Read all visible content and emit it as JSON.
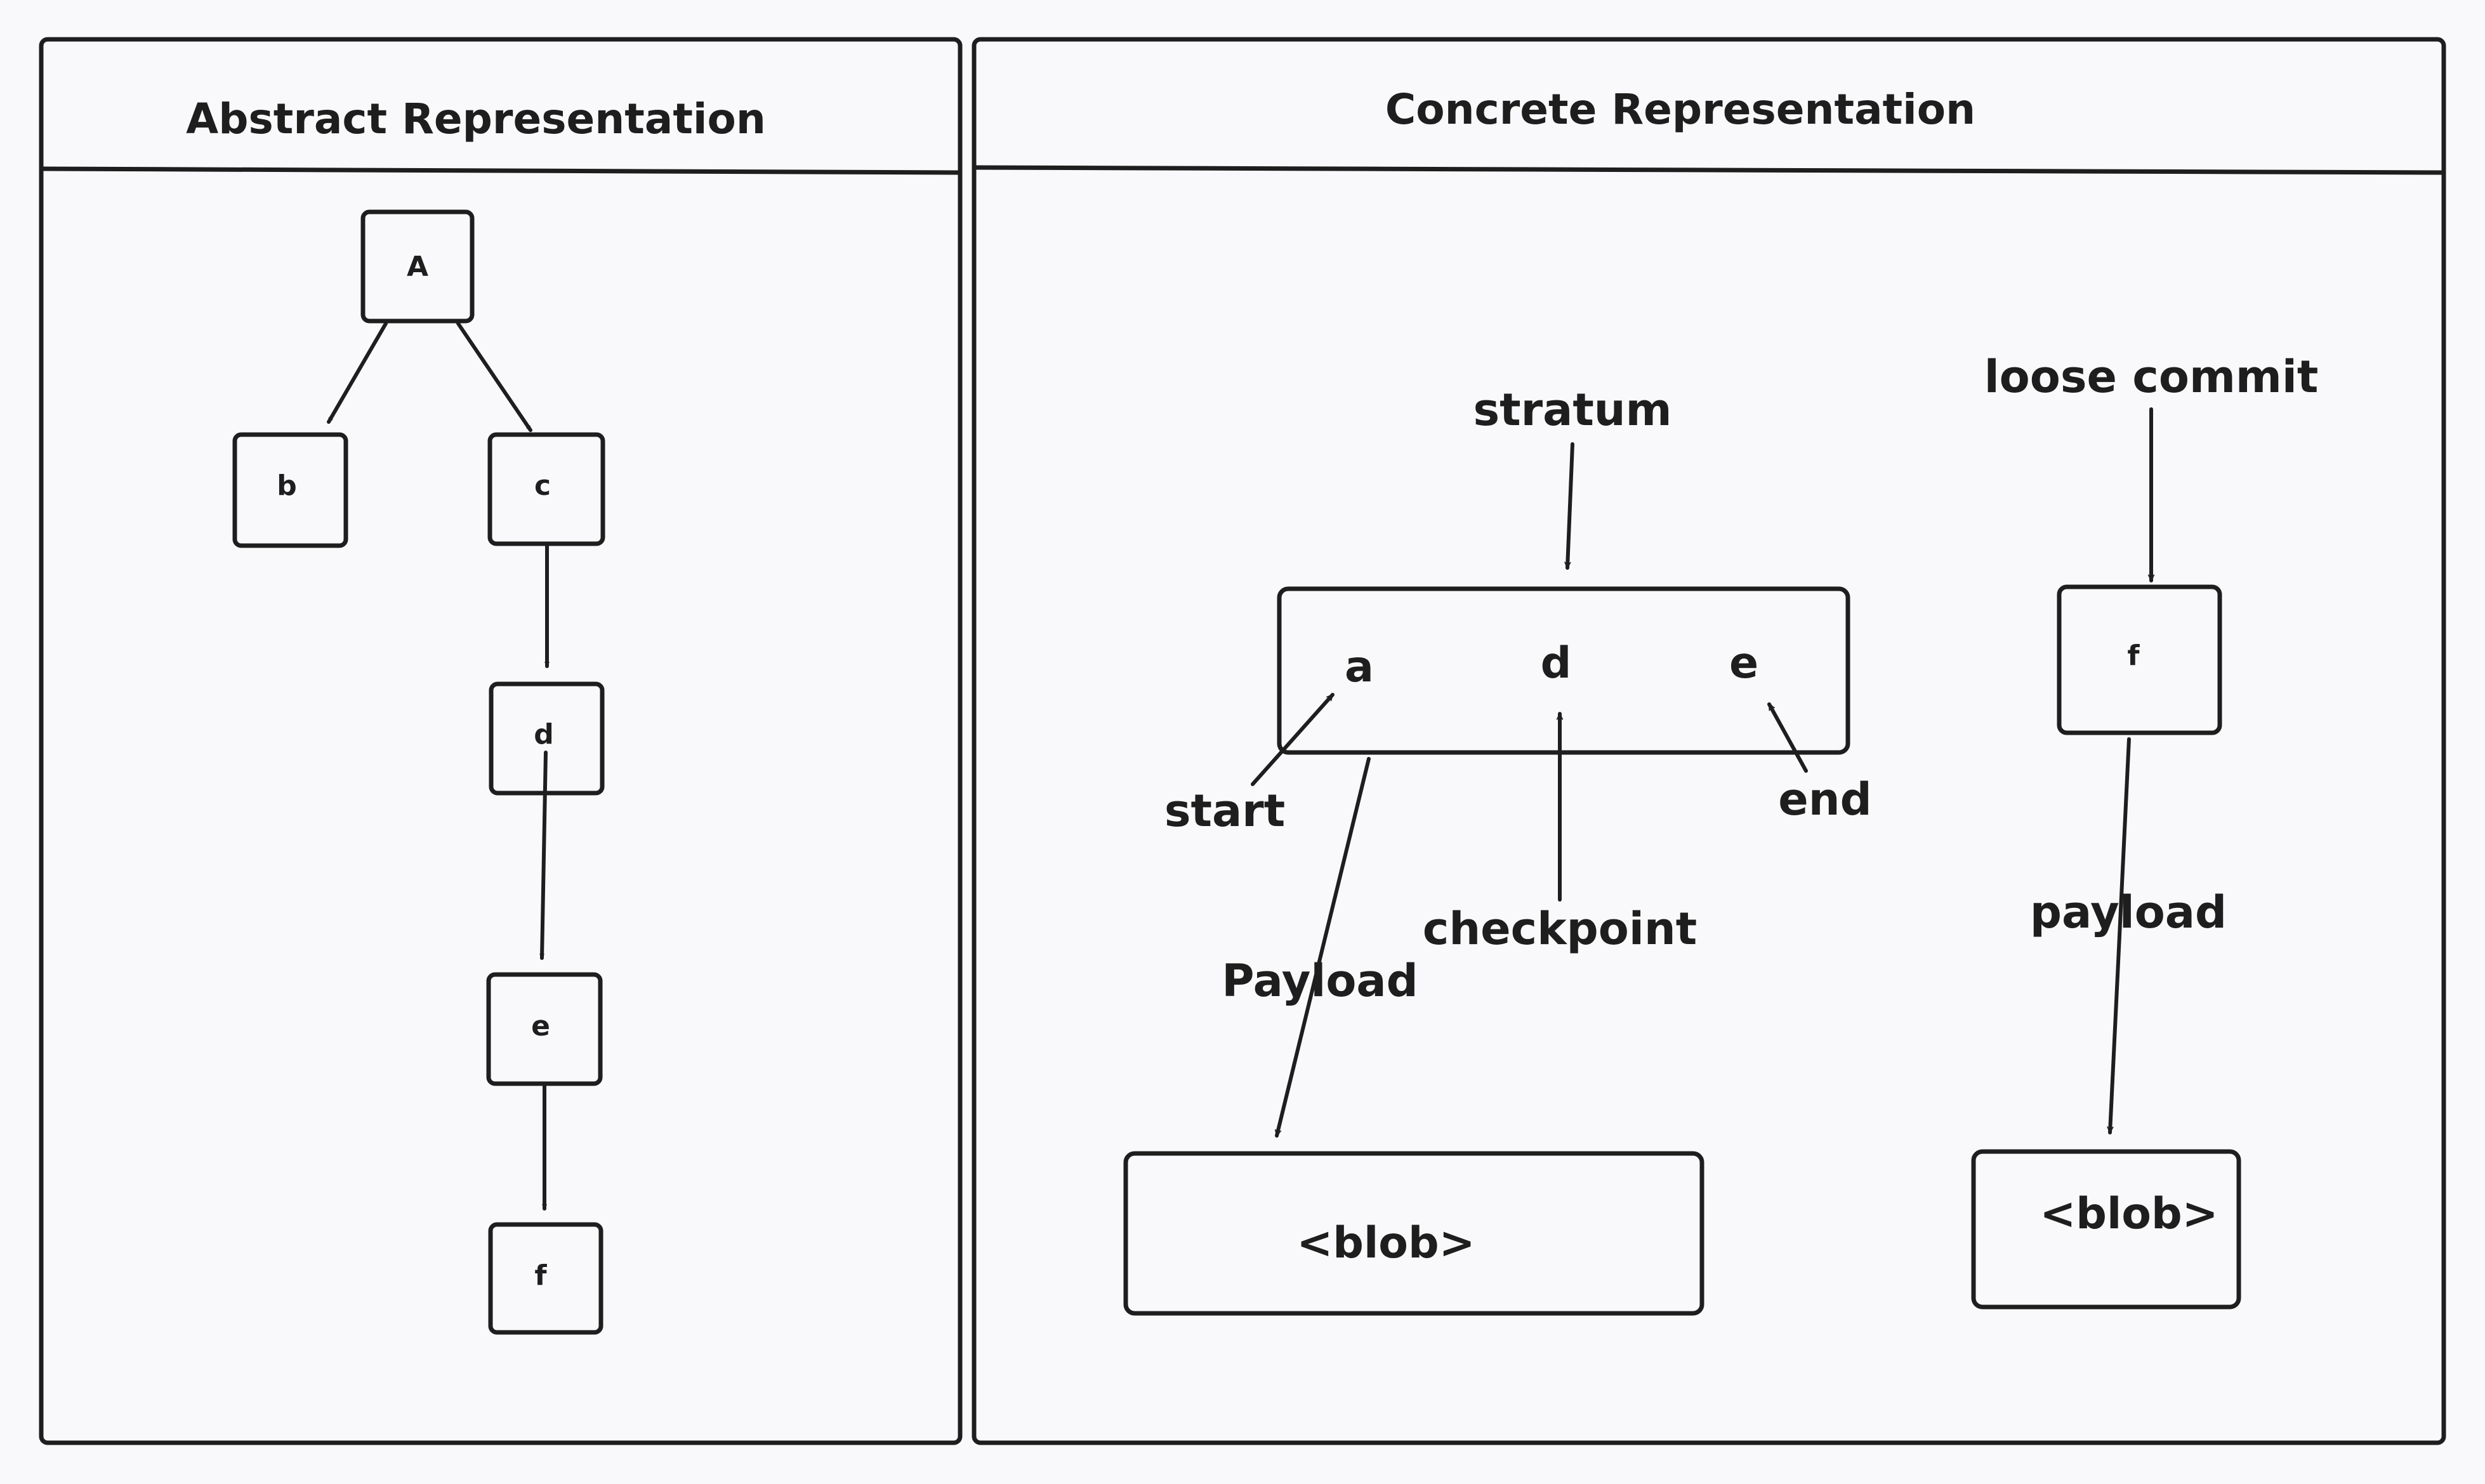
{
  "panels": {
    "abstract_title": "Abstract Representation",
    "concrete_title": "Concrete Representation"
  },
  "abstract": {
    "nodes": {
      "A": "A",
      "b": "b",
      "c": "c",
      "d": "d",
      "e": "e",
      "f": "f"
    }
  },
  "concrete": {
    "stratum_label": "stratum",
    "loose_commit_label": "loose commit",
    "stratum_items": {
      "a": "a",
      "d": "d",
      "e": "e"
    },
    "start_label": "start",
    "checkpoint_label": "checkpoint",
    "end_label": "end",
    "payload_label_1": "Payload",
    "payload_label_2": "payload",
    "blob_1": "<blob>",
    "blob_2": "<blob>",
    "commit_node": "f"
  }
}
